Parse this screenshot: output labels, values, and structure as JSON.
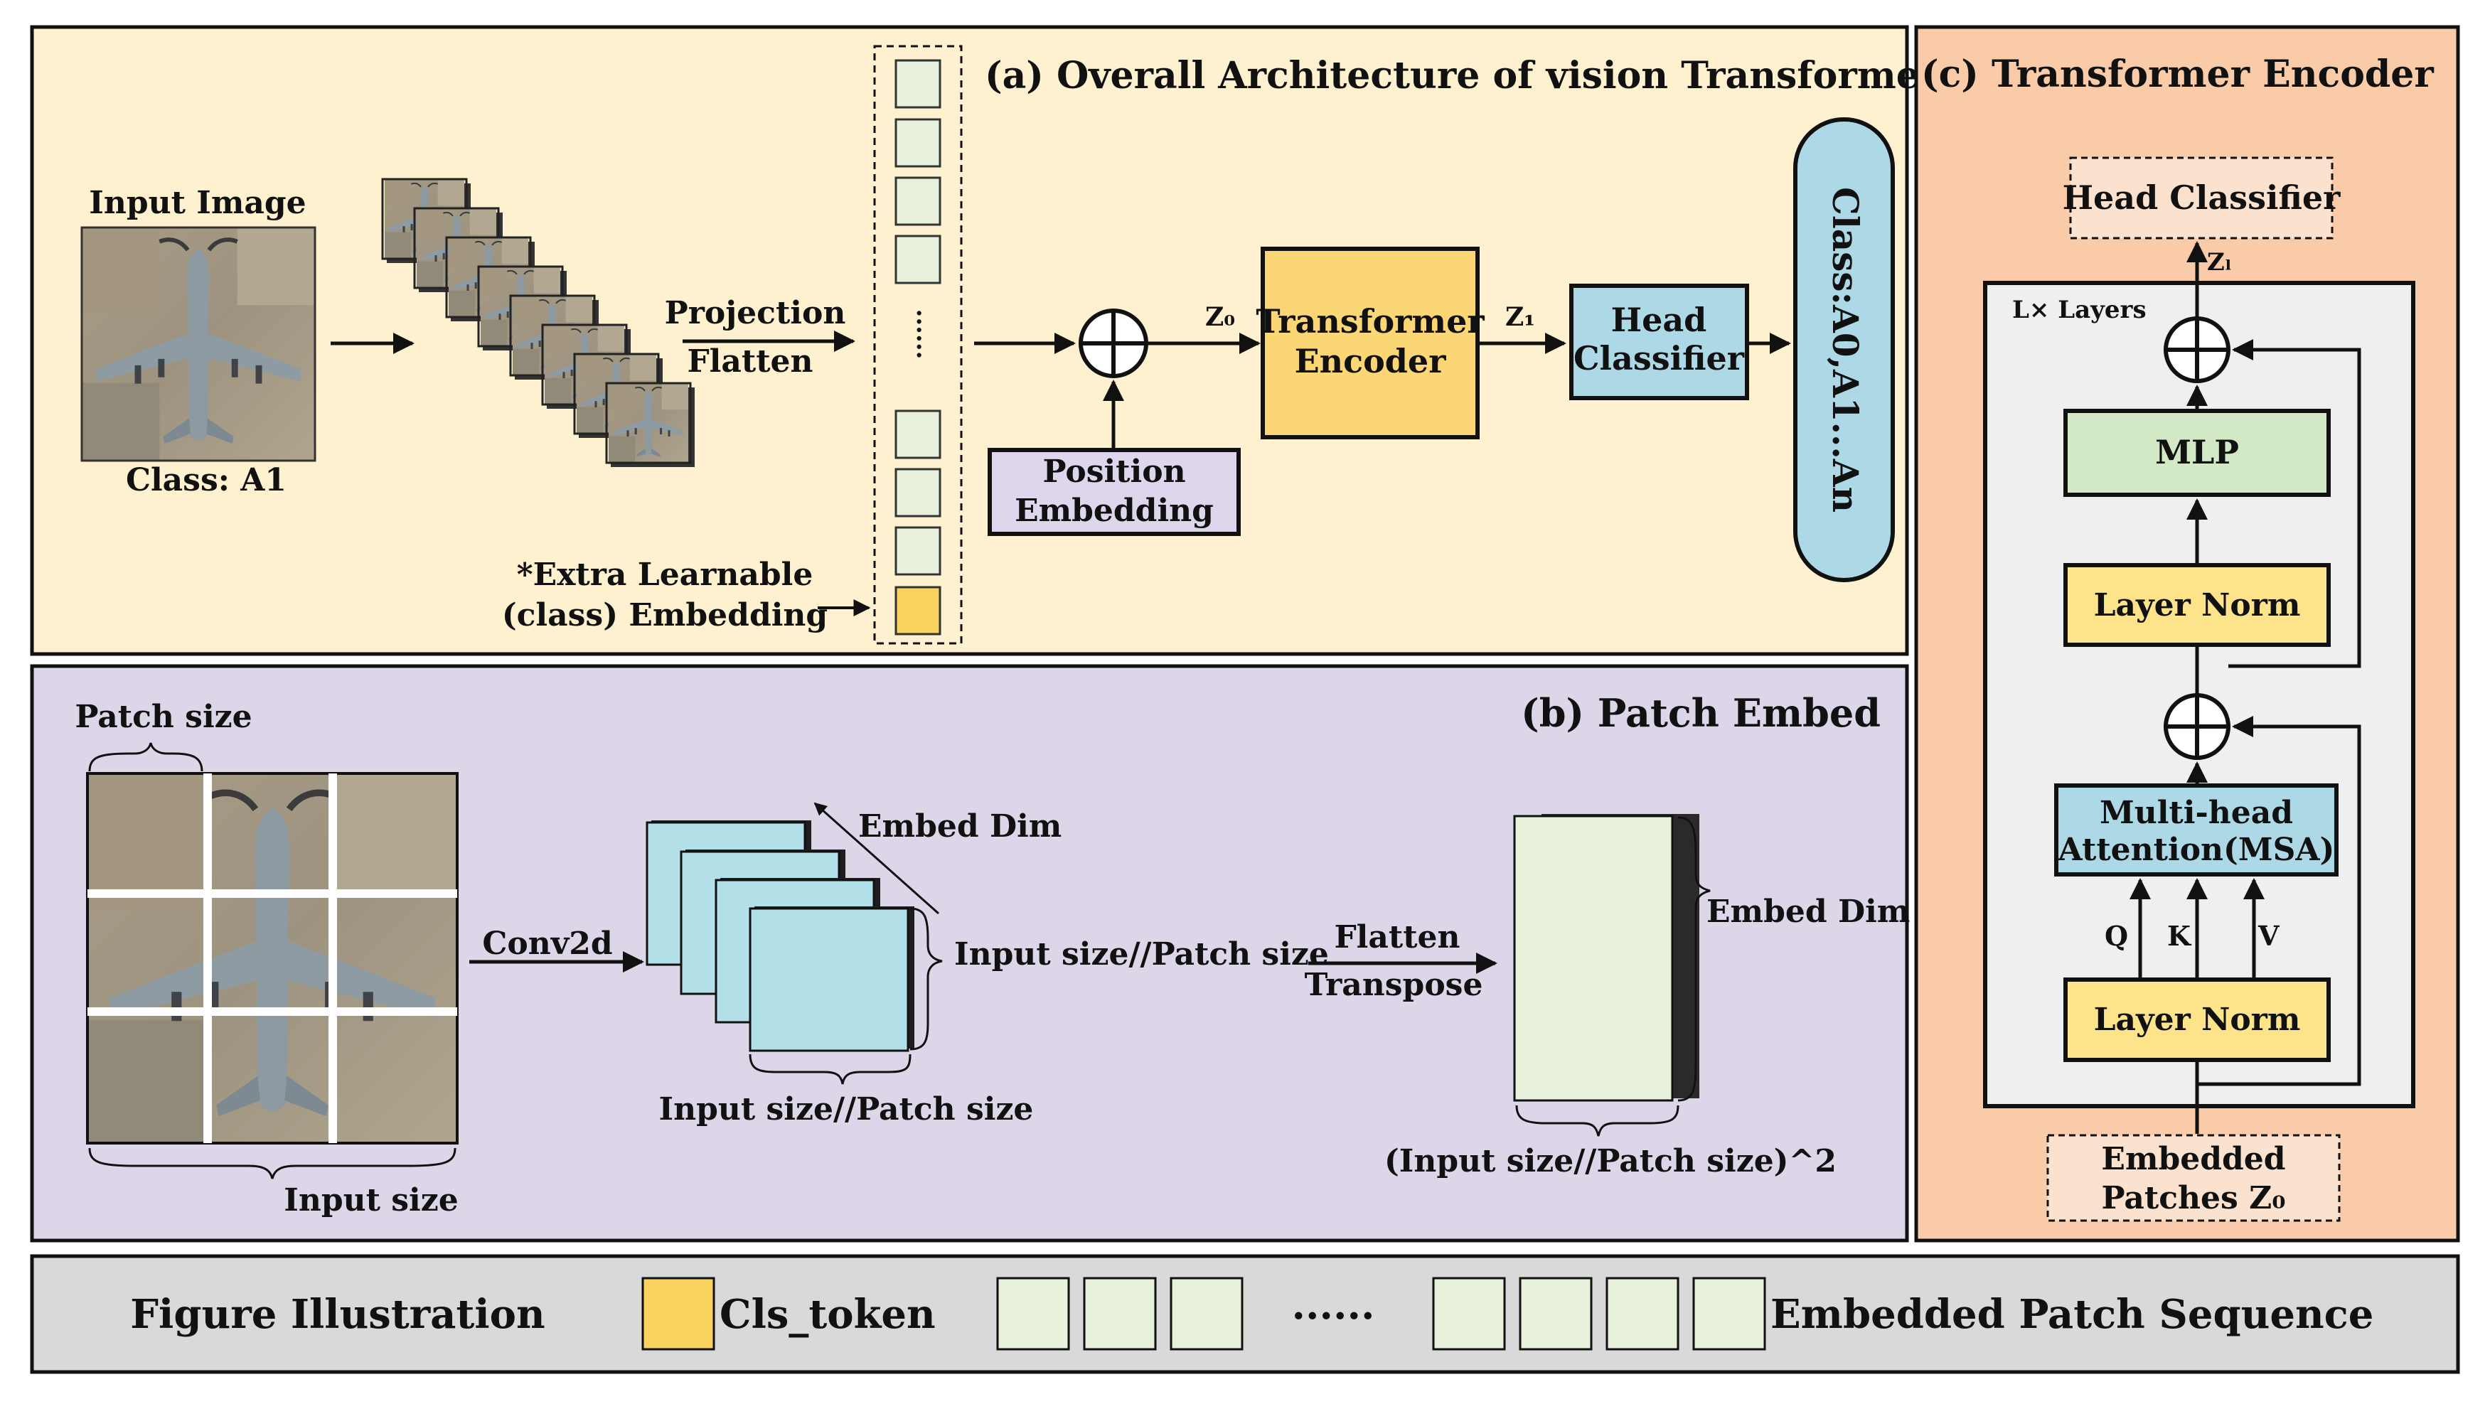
{
  "panel_a": {
    "title": "(a) Overall Architecture of vision Transformer",
    "input_image_label": "Input Image",
    "class_label": "Class: A1",
    "projection_label": "Projection",
    "flatten_label": "Flatten",
    "extra_embedding_line1": "*Extra Learnable",
    "extra_embedding_line2": "(class) Embedding",
    "z0_label": "Z₀",
    "z1_label": "Z₁",
    "position_embedding_line1": "Position",
    "position_embedding_line2": "Embedding",
    "transformer_encoder_line1": "Transformer",
    "transformer_encoder_line2": "Encoder",
    "head_classifier_line1": "Head",
    "head_classifier_line2": "Classifier",
    "output_classes": "Class:A0,A1...An",
    "ellipsis": "......"
  },
  "panel_b": {
    "title": "(b) Patch Embed",
    "patch_size_label": "Patch size",
    "input_size_label": "Input size",
    "conv2d_label": "Conv2d",
    "embed_dim_label": "Embed Dim",
    "feature_height_label": "Input size//Patch size",
    "feature_width_label": "Input size//Patch size",
    "flatten_label": "Flatten",
    "transpose_label": "Transpose",
    "sequence_embed_dim_label": "Embed Dim",
    "sequence_length_label": "(Input size//Patch size)^2"
  },
  "panel_c": {
    "title": "(c) Transformer Encoder",
    "head_classifier": "Head Classifier",
    "zl_label": "Zₗ",
    "layers_label": "L× Layers",
    "mlp": "MLP",
    "layer_norm_top": "Layer Norm",
    "msa_line1": "Multi-head",
    "msa_line2": "Attention(MSA)",
    "q": "Q",
    "k": "K",
    "v": "V",
    "layer_norm_bottom": "Layer Norm",
    "embedded_line1": "Embedded",
    "embedded_line2": "Patches Z₀"
  },
  "legend": {
    "title": "Figure Illustration",
    "cls_token": "Cls_token",
    "dots": "......",
    "sequence": "Embedded Patch Sequence"
  },
  "colors": {
    "panel_a_bg": "#fdf1cf",
    "panel_b_bg": "#dcd6e8",
    "panel_c_bg": "#f9cba8",
    "legend_bg": "#d9d9d9",
    "cls_token": "#fad35e",
    "patch_token": "#e8f1dc",
    "position_embedding": "#ddd6ec",
    "transformer_encoder": "#fbd675",
    "head_classifier": "#add8e6",
    "mlp": "#d3e9c6",
    "layer_norm": "#fde48a",
    "msa": "#add8e6",
    "feature_map": "#b3dfe8",
    "encoder_inner": "#efefef"
  }
}
